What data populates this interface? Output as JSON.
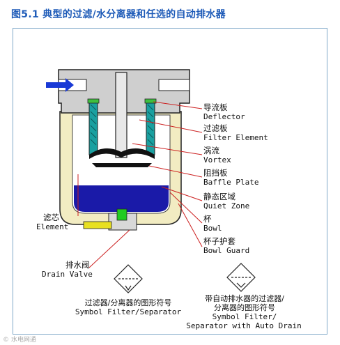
{
  "title": "图5.1  典型的过滤/水分离器和任选的自动排水器",
  "colors": {
    "title": "#1e5bb8",
    "water": "#1a1aa8",
    "housing": "#cfcfcf",
    "bowl_guard": "#f2ecc2",
    "filter_element": "#1aa0a0",
    "drain": "#e8e020",
    "drain_tip": "#22cc22",
    "inlet_arrow": "#1a3ad6",
    "leader": "#cc2020"
  },
  "labels": {
    "deflector_cn": "导流板",
    "deflector_en": "Deflector",
    "filter_element_cn": "过滤板",
    "filter_element_en": "Filter Element",
    "vortex_cn": "涡流",
    "vortex_en": "Vortex",
    "baffle_cn": "阻挡板",
    "baffle_en": "Baffle Plate",
    "quiet_cn": "静态区域",
    "quiet_en": "Quiet Zone",
    "bowl_cn": "杯",
    "bowl_en": "Bowl",
    "guard_cn": "杯子护套",
    "guard_en": "Bowl Guard",
    "element_cn": "滤芯",
    "element_en": "Element",
    "drain_cn": "排水阀",
    "drain_en": "Drain Valve"
  },
  "symbols": {
    "left_line1": "过滤器/分离器的图形符号",
    "left_line2": "Symbol  Filter/Separator",
    "right_line1": "带自动排水器的过滤器/",
    "right_line2": "分离器的图形符号",
    "right_line3": "Symbol Filter/",
    "right_line4": "Separator with Auto Drain"
  },
  "watermark": "© 水电网通"
}
